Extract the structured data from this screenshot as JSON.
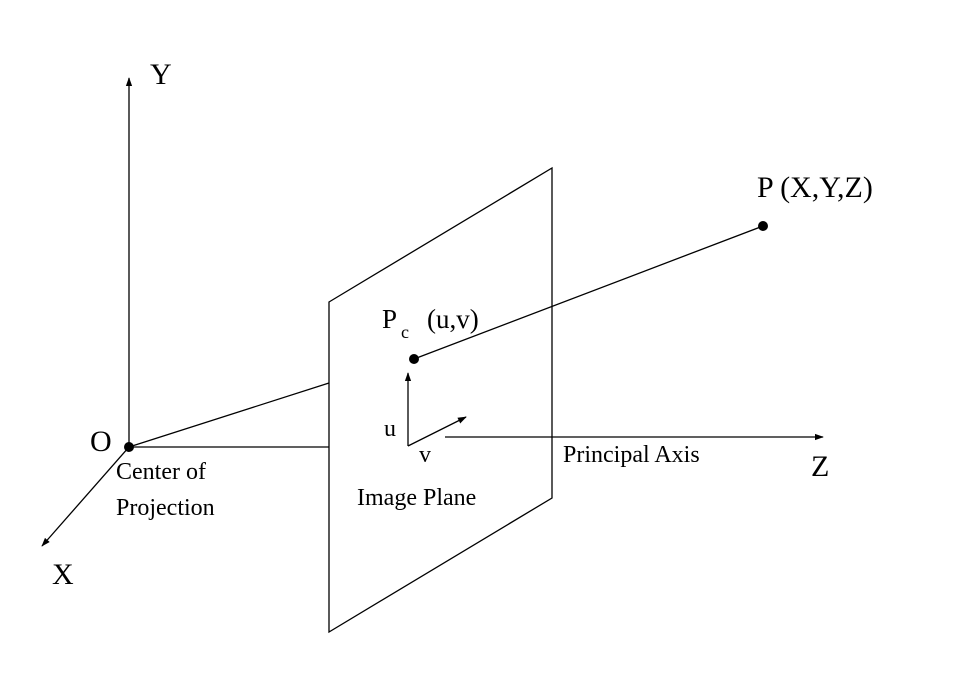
{
  "labels": {
    "y_axis": "Y",
    "x_axis": "X",
    "z_axis": "Z",
    "origin": "O",
    "center_line1": "Center of",
    "center_line2": "Projection",
    "image_plane": "Image Plane",
    "principal_axis": "Principal Axis",
    "point_p": "P (X,Y,Z)",
    "point_pc_main": "P",
    "point_pc_sub": "c",
    "point_pc_coords": "(u,v)",
    "u_axis": "u",
    "v_axis": "v"
  },
  "colors": {
    "ink": "#000000",
    "background": "#ffffff"
  }
}
